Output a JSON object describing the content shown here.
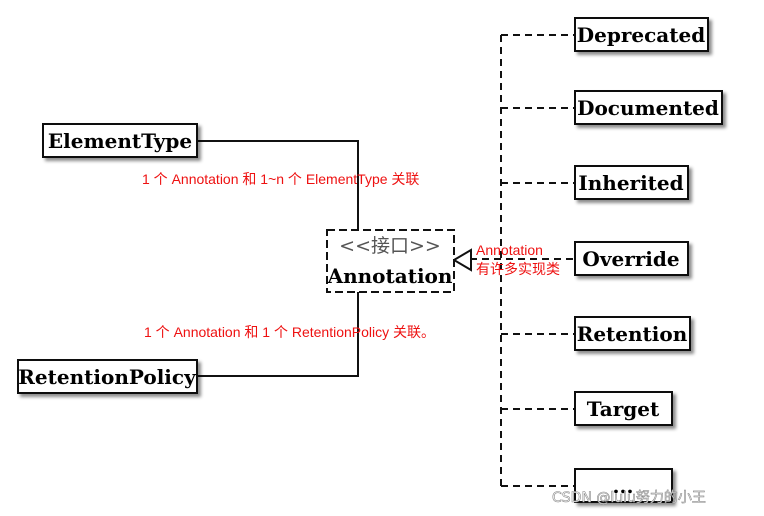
{
  "diagram": {
    "interface": {
      "stereotype": "<<接口>>",
      "name": "Annotation"
    },
    "left_boxes": {
      "element_type": "ElementType",
      "retention_policy": "RetentionPolicy"
    },
    "right_boxes": [
      "Deprecated",
      "Documented",
      "Inherited",
      "Override",
      "Retention",
      "Target",
      "..."
    ],
    "notes": {
      "element_type_relation": "1 个 Annotation 和 1~n 个 ElementType 关联",
      "retention_policy_relation": "1 个 Annotation 和 1 个 RetentionPolicy 关联。",
      "implementations_line1": "Annotation",
      "implementations_line2": "有许多实现类"
    },
    "watermark": "CSDN @lulu努力的小王",
    "colors": {
      "note": "#ee1111",
      "line": "#111111",
      "stereotype": "#555555"
    }
  }
}
